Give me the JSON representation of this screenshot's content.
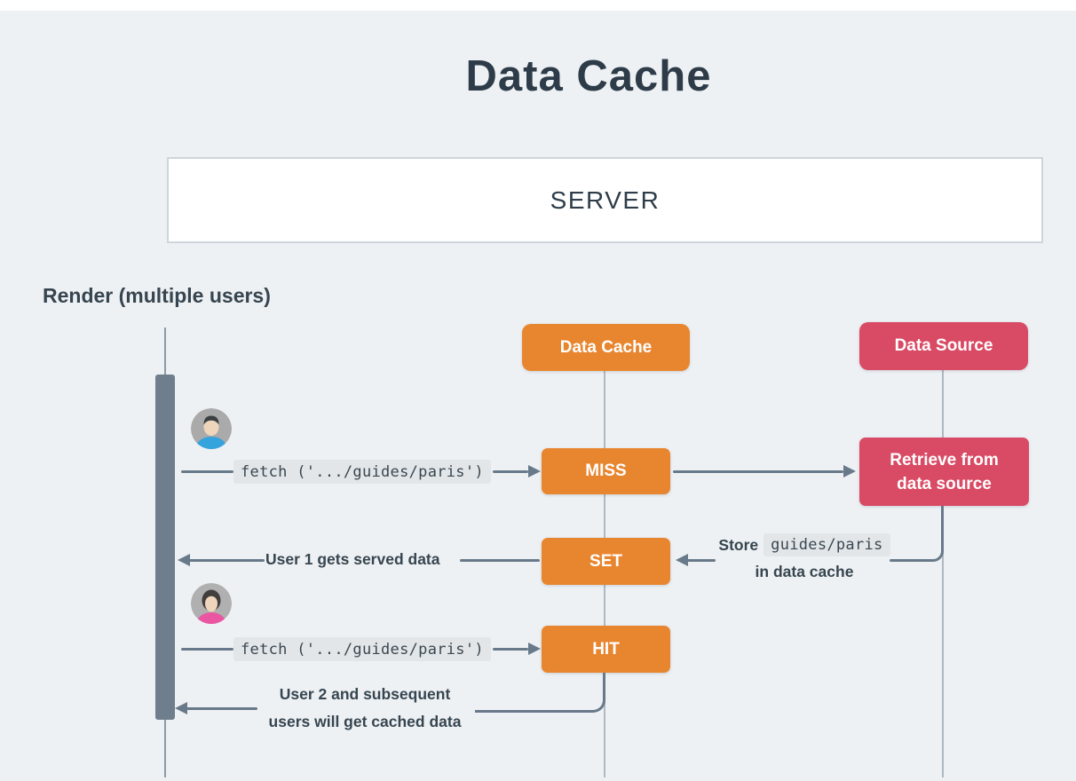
{
  "title": "Data Cache",
  "server": {
    "label": "SERVER"
  },
  "render_label": "Render (multiple users)",
  "headers": {
    "data_cache": "Data Cache",
    "data_source": "Data Source"
  },
  "flow": {
    "fetch1": "fetch ('.../guides/paris')",
    "miss": "MISS",
    "retrieve_line1": "Retrieve from",
    "retrieve_line2": "data source",
    "user1_served": "User 1 gets served data",
    "set": "SET",
    "store_prefix": "Store",
    "store_code": "guides/paris",
    "store_line2": "in data cache",
    "fetch2": "fetch ('.../guides/paris')",
    "hit": "HIT",
    "user2_line1": "User 2 and subsequent",
    "user2_line2": "users will get cached data"
  },
  "colors": {
    "background": "#eef1f4",
    "orange": "#e8862f",
    "red": "#d94a64",
    "arrow_slate": "#68798a",
    "activation_bar": "#6e7e8c",
    "lifeline": "#aeb9c1",
    "chip_background": "#e3e6e9",
    "text_dark": "#36454f",
    "title_color": "#2d3c48",
    "user1_shirt": "#35a3dc",
    "user2_shirt": "#ea56a1"
  }
}
